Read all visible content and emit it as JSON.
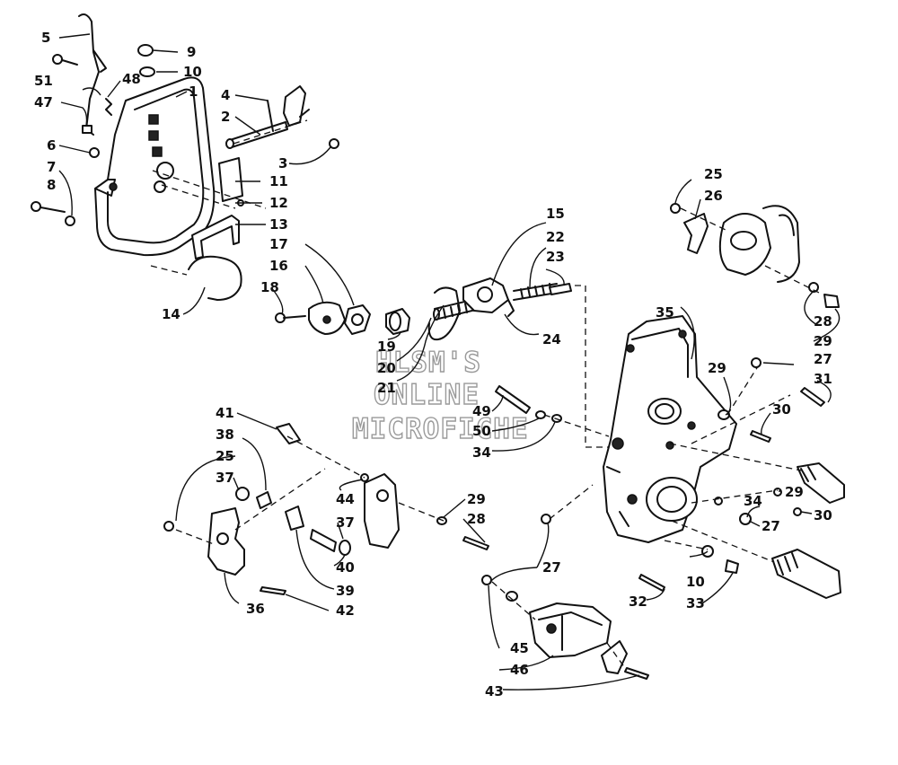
{
  "watermark": [
    "HLSM'S",
    "ONLINE",
    "MICROFICHE"
  ],
  "callouts": [
    {
      "id": "c5",
      "label": "5"
    },
    {
      "id": "c51",
      "label": "51"
    },
    {
      "id": "c47",
      "label": "47"
    },
    {
      "id": "c6",
      "label": "6"
    },
    {
      "id": "c7",
      "label": "7"
    },
    {
      "id": "c8",
      "label": "8"
    },
    {
      "id": "c9",
      "label": "9"
    },
    {
      "id": "c10a",
      "label": "10"
    },
    {
      "id": "c48",
      "label": "48"
    },
    {
      "id": "c1",
      "label": "1"
    },
    {
      "id": "c4",
      "label": "4"
    },
    {
      "id": "c2",
      "label": "2"
    },
    {
      "id": "c3",
      "label": "3"
    },
    {
      "id": "c11",
      "label": "11"
    },
    {
      "id": "c12",
      "label": "12"
    },
    {
      "id": "c13",
      "label": "13"
    },
    {
      "id": "c14",
      "label": "14"
    },
    {
      "id": "c17",
      "label": "17"
    },
    {
      "id": "c16",
      "label": "16"
    },
    {
      "id": "c18",
      "label": "18"
    },
    {
      "id": "c19",
      "label": "19"
    },
    {
      "id": "c20",
      "label": "20"
    },
    {
      "id": "c21",
      "label": "21"
    },
    {
      "id": "c15",
      "label": "15"
    },
    {
      "id": "c22",
      "label": "22"
    },
    {
      "id": "c23",
      "label": "23"
    },
    {
      "id": "c24",
      "label": "24"
    },
    {
      "id": "c25a",
      "label": "25"
    },
    {
      "id": "c26",
      "label": "26"
    },
    {
      "id": "c28a",
      "label": "28"
    },
    {
      "id": "c29a",
      "label": "29"
    },
    {
      "id": "c35",
      "label": "35"
    },
    {
      "id": "c29b",
      "label": "29"
    },
    {
      "id": "c27a",
      "label": "27"
    },
    {
      "id": "c31",
      "label": "31"
    },
    {
      "id": "c30a",
      "label": "30"
    },
    {
      "id": "c49",
      "label": "49"
    },
    {
      "id": "c50",
      "label": "50"
    },
    {
      "id": "c34a",
      "label": "34"
    },
    {
      "id": "c41",
      "label": "41"
    },
    {
      "id": "c38",
      "label": "38"
    },
    {
      "id": "c25b",
      "label": "25"
    },
    {
      "id": "c37a",
      "label": "37"
    },
    {
      "id": "c44",
      "label": "44"
    },
    {
      "id": "c37b",
      "label": "37"
    },
    {
      "id": "c40",
      "label": "40"
    },
    {
      "id": "c39",
      "label": "39"
    },
    {
      "id": "c36",
      "label": "36"
    },
    {
      "id": "c42",
      "label": "42"
    },
    {
      "id": "c29c",
      "label": "29"
    },
    {
      "id": "c28b",
      "label": "28"
    },
    {
      "id": "c34b",
      "label": "34"
    },
    {
      "id": "c29d",
      "label": "29"
    },
    {
      "id": "c27b",
      "label": "27"
    },
    {
      "id": "c30b",
      "label": "30"
    },
    {
      "id": "c27c",
      "label": "27"
    },
    {
      "id": "c10b",
      "label": "10"
    },
    {
      "id": "c32",
      "label": "32"
    },
    {
      "id": "c33",
      "label": "33"
    },
    {
      "id": "c45",
      "label": "45"
    },
    {
      "id": "c46",
      "label": "46"
    },
    {
      "id": "c43",
      "label": "43"
    }
  ]
}
